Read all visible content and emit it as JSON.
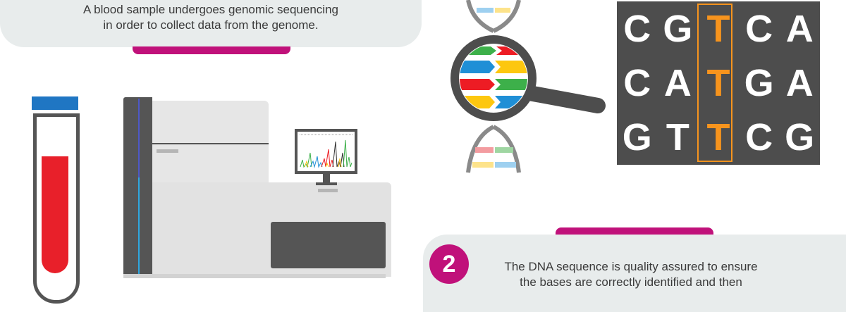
{
  "step1": {
    "caption_line1": "A blood sample undergoes genomic sequencing",
    "caption_line2": "in order to collect data from the genome."
  },
  "step2": {
    "number": "2",
    "caption_line1": "The DNA sequence is quality assured to ensure",
    "caption_line2": "the bases are correctly identified and then"
  },
  "sequence_grid": {
    "rows": [
      [
        "C",
        "G",
        "T",
        "C",
        "A"
      ],
      [
        "C",
        "A",
        "T",
        "G",
        "A"
      ],
      [
        "G",
        "T",
        "T",
        "C",
        "G"
      ]
    ],
    "highlight_column": 2
  },
  "colors": {
    "accent_magenta": "#c0117a",
    "highlight_orange": "#f7941d",
    "grid_background": "#4d4d4d",
    "blood_red": "#e8202a",
    "tube_cap_blue": "#1f76c3",
    "dna_red": "#ed1c24",
    "dna_blue": "#1f8fd6",
    "dna_yellow": "#fdc70f",
    "dna_green": "#3db04a"
  },
  "icons": [
    "blood-tube-icon",
    "sequencer-machine-icon",
    "monitor-icon",
    "dna-helix-icon",
    "magnifying-glass-icon"
  ]
}
